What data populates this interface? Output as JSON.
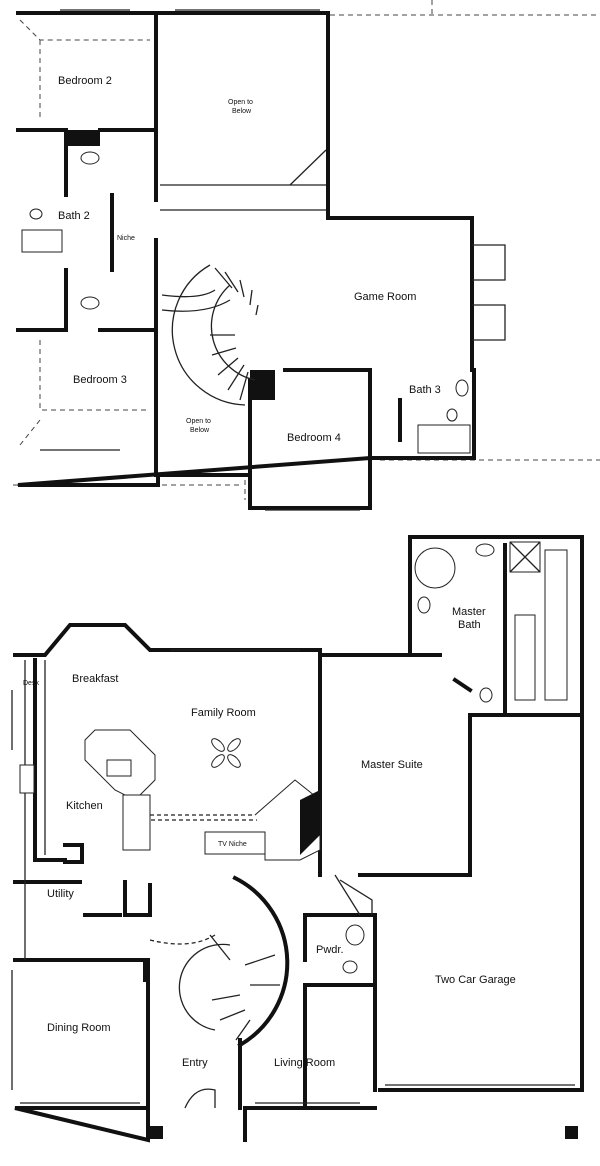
{
  "upper_floor": {
    "rooms": [
      {
        "label": "Bedroom 2"
      },
      {
        "label": "Open to\nBelow",
        "line1": "Open to",
        "line2": "Below"
      },
      {
        "label": "Bath 2"
      },
      {
        "label": "Niche"
      },
      {
        "label": "Game Room"
      },
      {
        "label": "Bedroom 3"
      },
      {
        "label": "Open to\nBelow",
        "line1": "Open to",
        "line2": "Below"
      },
      {
        "label": "Bedroom 4"
      },
      {
        "label": "Bath 3"
      }
    ]
  },
  "lower_floor": {
    "rooms": [
      {
        "label": "Master Bath",
        "line1": "Master",
        "line2": "Bath"
      },
      {
        "label": "Breakfast"
      },
      {
        "label": "Desk"
      },
      {
        "label": "Family Room"
      },
      {
        "label": "Master Suite"
      },
      {
        "label": "Kitchen"
      },
      {
        "label": "TV Niche"
      },
      {
        "label": "Utility"
      },
      {
        "label": "Pwdr."
      },
      {
        "label": "Two Car Garage"
      },
      {
        "label": "Dining Room"
      },
      {
        "label": "Entry"
      },
      {
        "label": "Living Room"
      }
    ]
  }
}
